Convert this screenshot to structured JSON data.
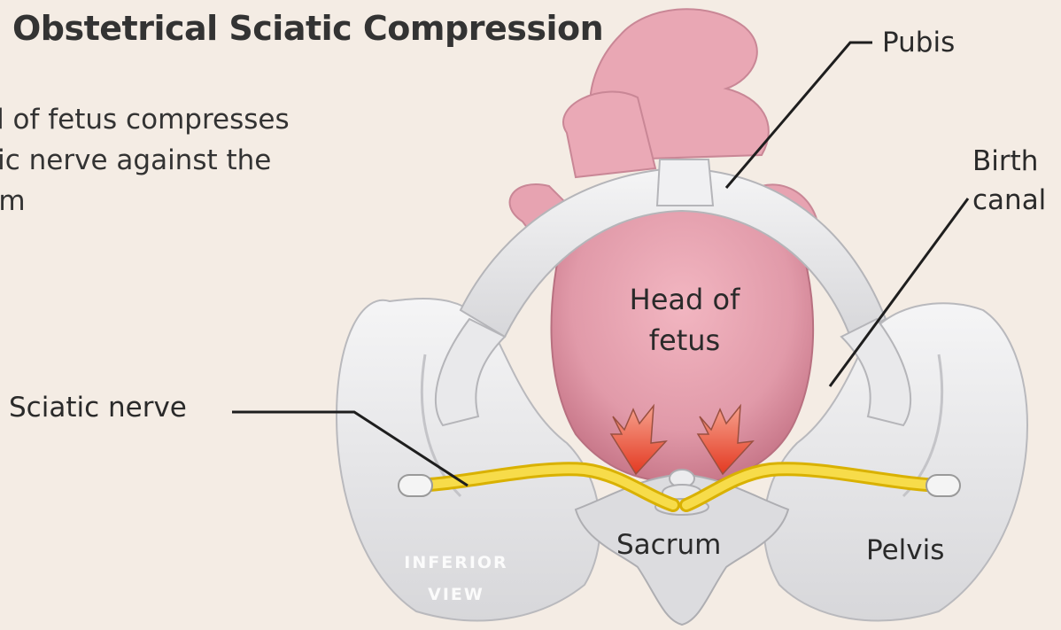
{
  "title": "Obstetrical Sciatic Compression",
  "description": [
    "ad of fetus compresses",
    "atic nerve against the",
    "rum"
  ],
  "labels": {
    "pubis": "Pubis",
    "birth_canal": [
      "Birth",
      "canal"
    ],
    "head_of_fetus": [
      "Head of",
      "fetus"
    ],
    "sciatic_nerve": "Sciatic nerve",
    "sacrum": "Sacrum",
    "pelvis": "Pelvis",
    "view": [
      "INFERIOR",
      "VIEW"
    ]
  },
  "colors": {
    "background": "#f4ece4",
    "bone": "#e4e4e6",
    "fetus": "#e4a0ae",
    "nerve": "#f2d23a",
    "arrow": "#e8402a"
  }
}
